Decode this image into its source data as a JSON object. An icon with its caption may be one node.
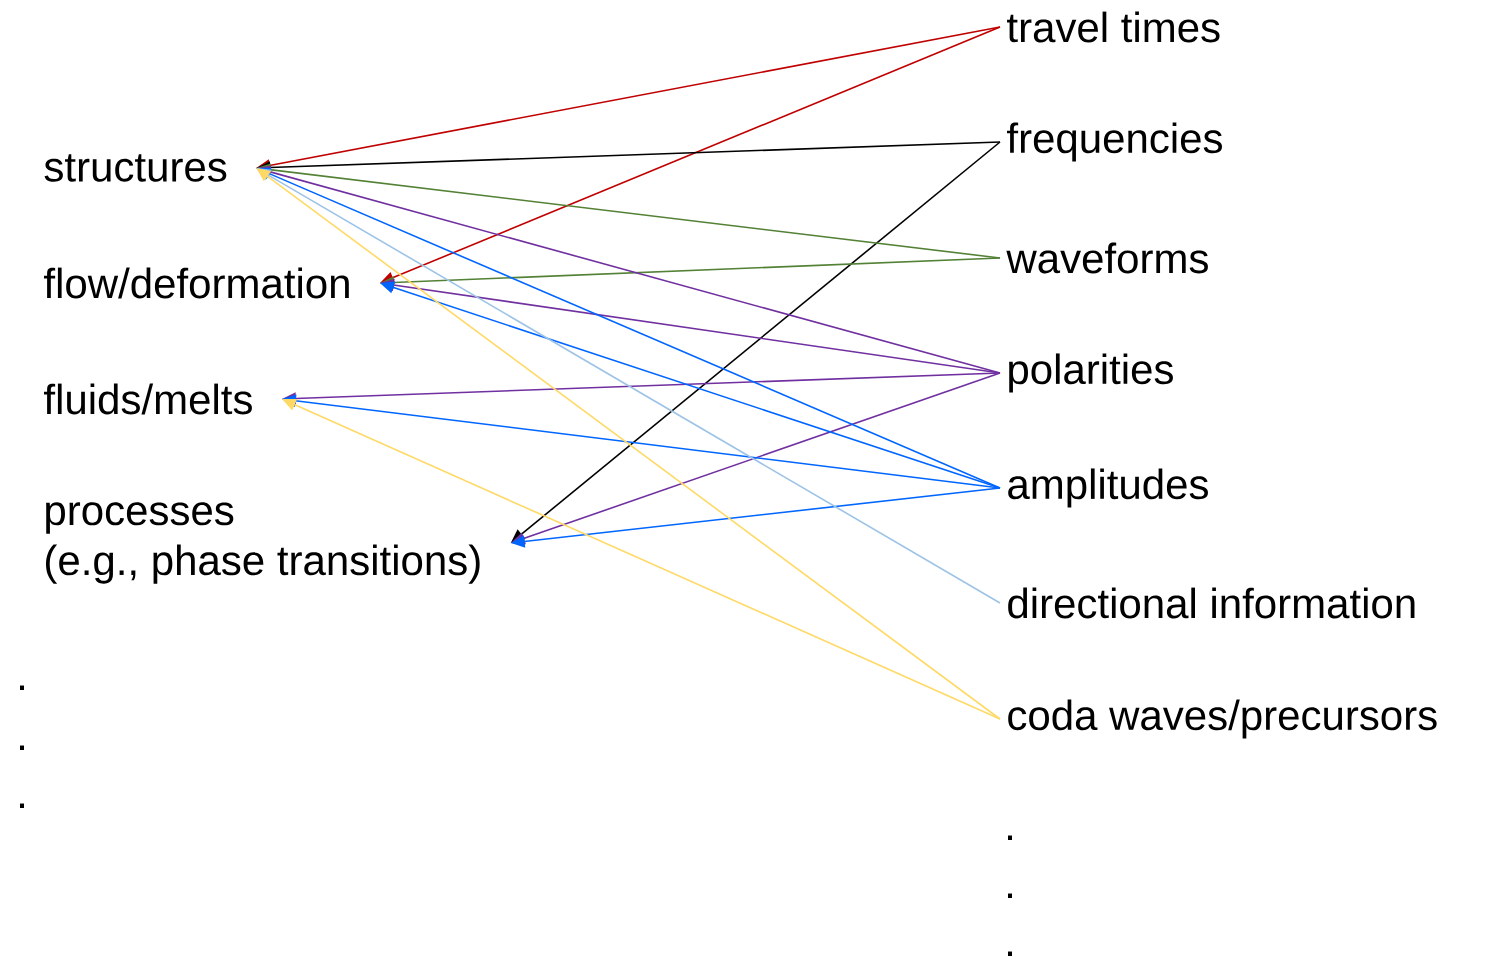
{
  "diagram": {
    "nodes": [
      {
        "text": [
          "structures"
        ]
      },
      {
        "text": [
          "flow/deformation"
        ]
      },
      {
        "text": [
          "fluids/melts"
        ]
      },
      {
        "text": [
          "processes",
          "(e.g., phase transitions)"
        ]
      },
      {
        "text": [
          "travel times"
        ]
      },
      {
        "text": [
          "frequencies"
        ]
      },
      {
        "text": [
          "waveforms"
        ]
      },
      {
        "text": [
          "polarities"
        ]
      },
      {
        "text": [
          "amplitudes"
        ]
      },
      {
        "text": [
          "directional information"
        ]
      },
      {
        "text": [
          "coda waves/precursors"
        ]
      }
    ],
    "edges": [
      {
        "from": 4,
        "to": 0,
        "arrow": "to",
        "color": "#c00000"
      },
      {
        "from": 4,
        "to": 1,
        "arrow": "to",
        "color": "#c00000"
      },
      {
        "from": 5,
        "to": 0,
        "arrow": "to",
        "color": "#000000"
      },
      {
        "from": 5,
        "to": 3,
        "arrow": "to",
        "color": "#000000"
      },
      {
        "from": 6,
        "to": 0,
        "arrow": "to",
        "color": "#538135"
      },
      {
        "from": 6,
        "to": 1,
        "arrow": "to",
        "color": "#538135"
      },
      {
        "from": 7,
        "to": 0,
        "arrow": "to",
        "color": "#7030a0"
      },
      {
        "from": 7,
        "to": 1,
        "arrow": "to",
        "color": "#7030a0"
      },
      {
        "from": 7,
        "to": 2,
        "arrow": "to",
        "color": "#7030a0"
      },
      {
        "from": 7,
        "to": 3,
        "arrow": "to",
        "color": "#7030a0"
      },
      {
        "from": 8,
        "to": 0,
        "arrow": "to",
        "color": "#0066ff"
      },
      {
        "from": 8,
        "to": 1,
        "arrow": "to",
        "color": "#0066ff"
      },
      {
        "from": 8,
        "to": 2,
        "arrow": "to",
        "color": "#0066ff"
      },
      {
        "from": 8,
        "to": 3,
        "arrow": "to",
        "color": "#0066ff"
      },
      {
        "from": 9,
        "to": 0,
        "arrow": "to",
        "color": "#9dc3e6"
      },
      {
        "from": 10,
        "to": 0,
        "arrow": "to",
        "color": "#ffd966"
      },
      {
        "from": 10,
        "to": 2,
        "arrow": "to",
        "color": "#ffd966"
      }
    ],
    "labels": [
      ".",
      ".",
      ".",
      ".",
      ".",
      "."
    ]
  }
}
